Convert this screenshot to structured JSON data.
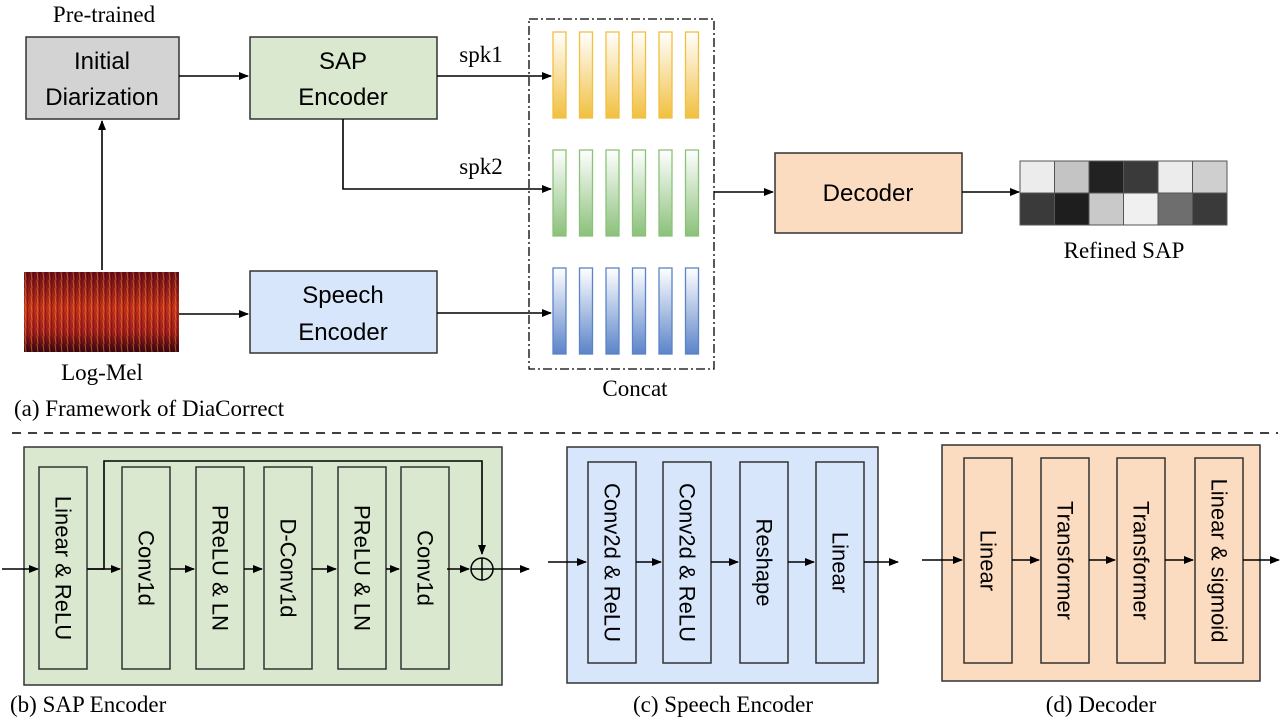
{
  "top": {
    "pretrained_label": "Pre-trained",
    "initial_diarization": [
      "Initial",
      "Diarization"
    ],
    "sap_encoder": [
      "SAP",
      "Encoder"
    ],
    "speech_encoder": [
      "Speech",
      "Encoder"
    ],
    "decoder": "Decoder",
    "spk1": "spk1",
    "spk2": "spk2",
    "logmel_label": "Log-Mel",
    "concat_label": "Concat",
    "refined_sap_label": "Refined SAP",
    "caption": "(a) Framework of DiaCorrect"
  },
  "refined_sap_grid": [
    [
      "#ececec",
      "#c4c4c4",
      "#222222",
      "#3a3a3a",
      "#ececec",
      "#cfcfcf"
    ],
    [
      "#3a3a3a",
      "#1e1e1e",
      "#c9c9c9",
      "#f0f0f0",
      "#6e6e6e",
      "#3a3a3a"
    ]
  ],
  "colors": {
    "gray_box": "#d3d3d3",
    "green_box": "#dae8cf",
    "blue_box": "#d8e6fb",
    "orange_box": "#fbdcc1",
    "spk1_bar": "#f1c040",
    "spk2_bar": "#8bc17a",
    "speech_bar": "#5b84c8"
  },
  "sap_encoder_detail": {
    "blocks": [
      "Linear & ReLU",
      "Conv1d",
      "PReLU & LN",
      "D-Conv1d",
      "PReLU & LN",
      "Conv1d"
    ],
    "caption": "(b) SAP Encoder"
  },
  "speech_encoder_detail": {
    "blocks": [
      "Conv2d & ReLU",
      "Conv2d & ReLU",
      "Reshape",
      "Linear"
    ],
    "caption": "(c) Speech Encoder"
  },
  "decoder_detail": {
    "blocks": [
      "Linear",
      "Transformer",
      "Transformer",
      "Linear & sigmoid"
    ],
    "caption": "(d) Decoder"
  }
}
